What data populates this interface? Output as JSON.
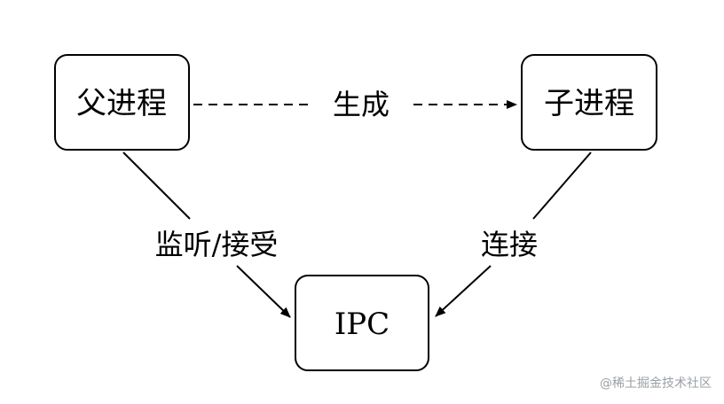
{
  "nodes": {
    "parent": "父进程",
    "child": "子进程",
    "ipc": "IPC"
  },
  "edges": {
    "spawn": "生成",
    "listen_accept": "监听/接受",
    "connect": "连接"
  },
  "watermark": "@稀土掘金技术社区"
}
